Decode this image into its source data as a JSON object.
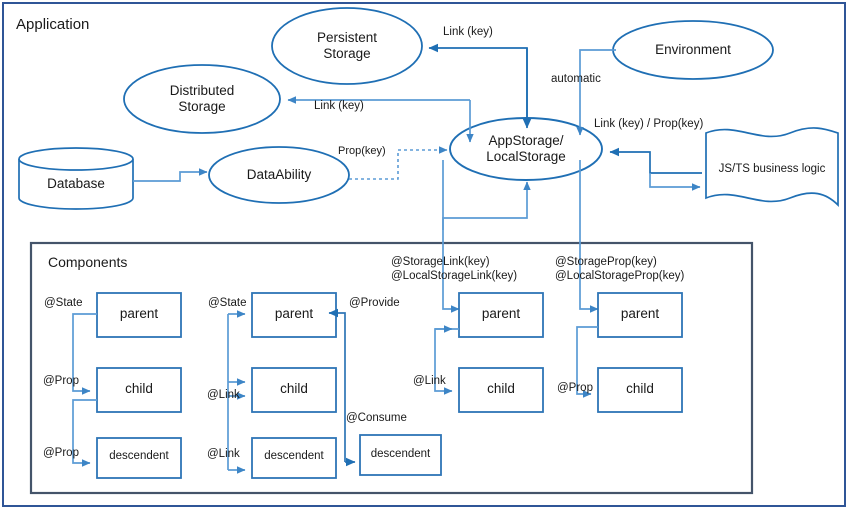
{
  "frames": {
    "application": {
      "label": "Application"
    },
    "components": {
      "label": "Components"
    }
  },
  "nodes": {
    "persistent_storage": {
      "label": "Persistent\nStorage",
      "shape": "ellipse"
    },
    "distributed_storage": {
      "label": "Distributed\nStorage",
      "shape": "ellipse"
    },
    "database": {
      "label": "Database",
      "shape": "cylinder"
    },
    "data_ability": {
      "label": "DataAbility",
      "shape": "ellipse"
    },
    "app_storage": {
      "label": "AppStorage/\nLocalStorage",
      "shape": "ellipse"
    },
    "environment": {
      "label": "Environment",
      "shape": "ellipse"
    },
    "business_logic": {
      "label": "JS/TS business logic",
      "shape": "wave-document"
    }
  },
  "edge_labels": {
    "persistent_to_appstorage": "Link (key)",
    "distributed_to_appstorage": "Link (key)",
    "dataability_to_appstorage": "Prop(key)",
    "environment_to_appstorage": "automatic",
    "businesslogic_appstorage": "Link (key) / Prop(key)",
    "storage_link": "@StorageLink(key)\n@LocalStorageLink(key)",
    "storage_prop": "@StorageProp(key)\n@LocalStorageProp(key)"
  },
  "components": {
    "columns": [
      {
        "name": "state-prop-column",
        "boxes": [
          {
            "label": "parent",
            "size": "large"
          },
          {
            "label": "child",
            "size": "large"
          },
          {
            "label": "descendent",
            "size": "small"
          }
        ],
        "annotations": [
          {
            "label": "@State"
          },
          {
            "label": "@Prop"
          },
          {
            "label": "@Prop"
          }
        ]
      },
      {
        "name": "state-link-column",
        "boxes": [
          {
            "label": "parent",
            "size": "large"
          },
          {
            "label": "child",
            "size": "large"
          },
          {
            "label": "descendent",
            "size": "small"
          }
        ],
        "annotations": [
          {
            "label": "@State"
          },
          {
            "label": "@Link"
          },
          {
            "label": "@Link"
          }
        ]
      },
      {
        "name": "provide-consume-column",
        "boxes": [
          {
            "label": "descendent",
            "size": "small"
          }
        ],
        "annotations": [
          {
            "label": "@Provide"
          },
          {
            "label": "@Consume"
          }
        ]
      },
      {
        "name": "storagelink-column",
        "boxes": [
          {
            "label": "parent",
            "size": "large"
          },
          {
            "label": "child",
            "size": "large"
          }
        ],
        "annotations": [
          {
            "label": "@Link"
          }
        ]
      },
      {
        "name": "storageprop-column",
        "boxes": [
          {
            "label": "parent",
            "size": "large"
          },
          {
            "label": "child",
            "size": "large"
          }
        ],
        "annotations": [
          {
            "label": "@Prop"
          }
        ]
      }
    ]
  },
  "colors": {
    "node_stroke": "#1f6fb4",
    "arrow_light": "#5b9bd5",
    "arrow_dark": "#1f6fb4",
    "frame_outer": "#2f5597",
    "frame_inner": "#44546a",
    "text": "#1a1a1a",
    "background": "#ffffff"
  }
}
